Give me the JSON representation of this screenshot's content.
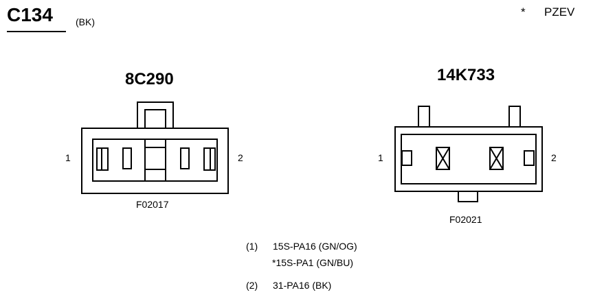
{
  "header": {
    "connector_id": "C134",
    "connector_color": "(BK)",
    "legend_marker": "*",
    "legend_text": "PZEV"
  },
  "connectors": [
    {
      "part_number": "8C290",
      "pin_left": "1",
      "pin_right": "2",
      "figure_code": "F02017"
    },
    {
      "part_number": "14K733",
      "pin_left": "1",
      "pin_right": "2",
      "figure_code": "F02021"
    }
  ],
  "pin_table": [
    {
      "pin": "(1)",
      "circuits": [
        "15S-PA16 (GN/OG)",
        "*15S-PA1 (GN/BU)"
      ]
    },
    {
      "pin": "(2)",
      "circuits": [
        "31-PA16 (BK)"
      ]
    }
  ],
  "colors": {
    "line": "#000000",
    "background": "#ffffff"
  }
}
